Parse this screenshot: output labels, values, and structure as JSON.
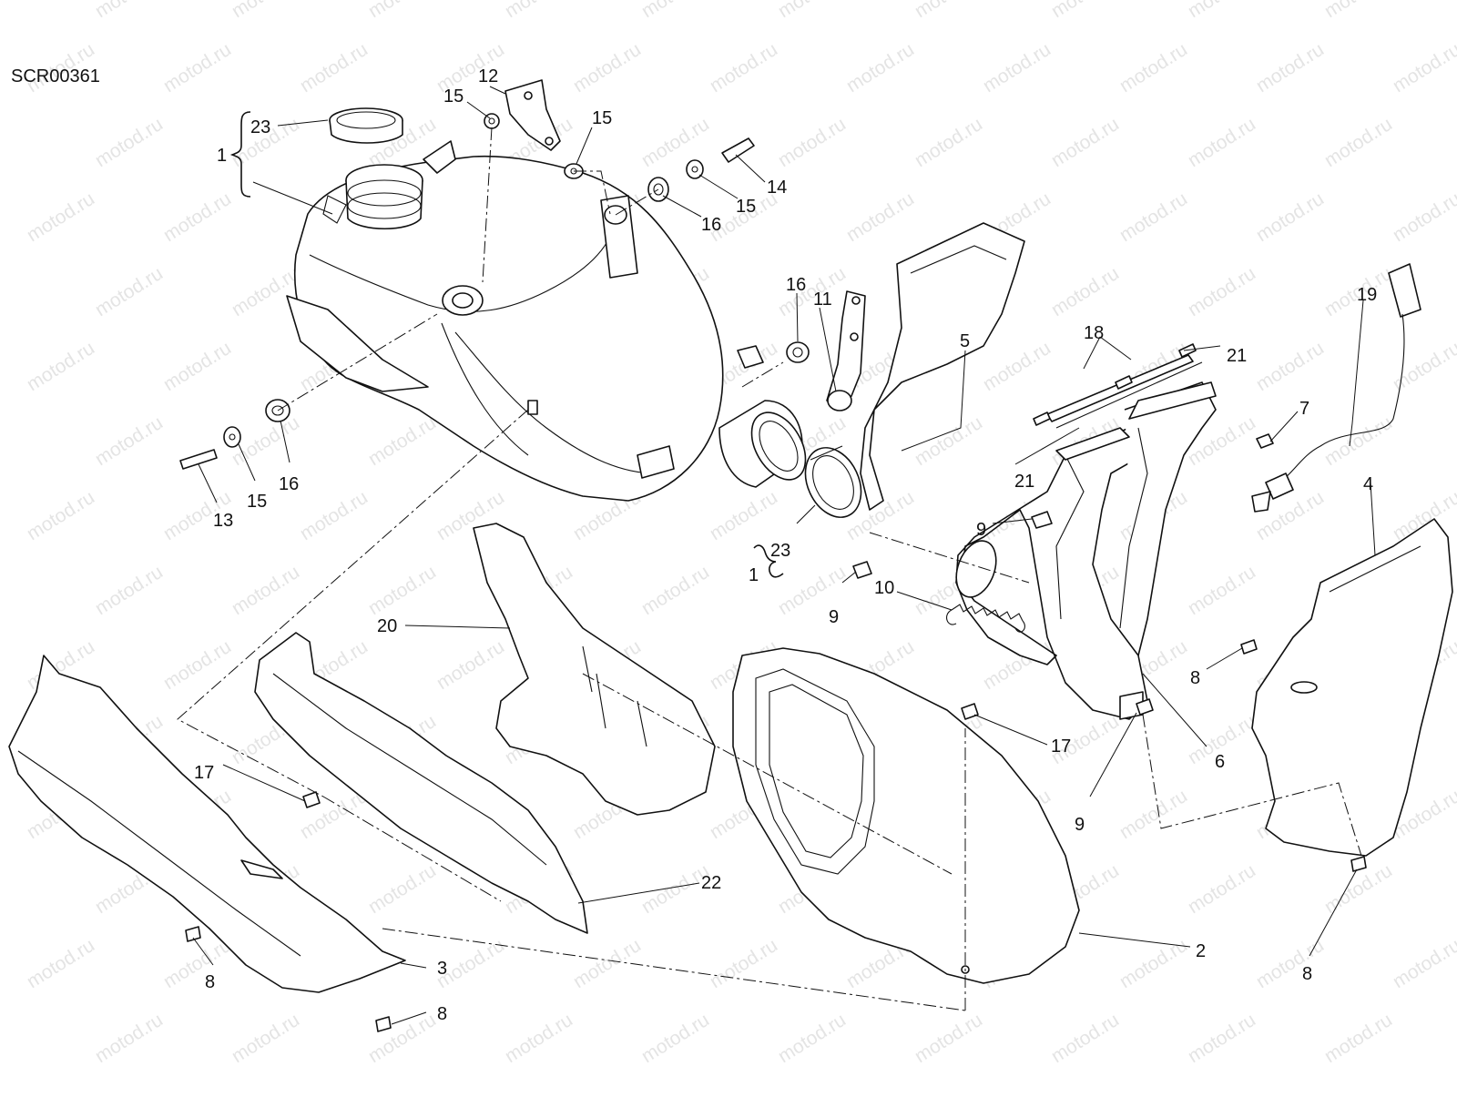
{
  "drawing_code": "SCR00361",
  "watermark": "motod.ru",
  "callouts": [
    {
      "id": "c1a",
      "label": "1"
    },
    {
      "id": "c23a",
      "label": "23"
    },
    {
      "id": "c12",
      "label": "12"
    },
    {
      "id": "c15a",
      "label": "15"
    },
    {
      "id": "c15b",
      "label": "15"
    },
    {
      "id": "c14",
      "label": "14"
    },
    {
      "id": "c16a",
      "label": "16"
    },
    {
      "id": "c15c",
      "label": "15"
    },
    {
      "id": "c16b",
      "label": "16"
    },
    {
      "id": "c11",
      "label": "11"
    },
    {
      "id": "c5",
      "label": "5"
    },
    {
      "id": "c18",
      "label": "18"
    },
    {
      "id": "c19",
      "label": "19"
    },
    {
      "id": "c21a",
      "label": "21"
    },
    {
      "id": "c21b",
      "label": "21"
    },
    {
      "id": "c7",
      "label": "7"
    },
    {
      "id": "c4",
      "label": "4"
    },
    {
      "id": "c13",
      "label": "13"
    },
    {
      "id": "c15d",
      "label": "15"
    },
    {
      "id": "c16c",
      "label": "16"
    },
    {
      "id": "c9a",
      "label": "9"
    },
    {
      "id": "c23b",
      "label": "23"
    },
    {
      "id": "c1b",
      "label": "1"
    },
    {
      "id": "c9b",
      "label": "9"
    },
    {
      "id": "c10",
      "label": "10"
    },
    {
      "id": "c20",
      "label": "20"
    },
    {
      "id": "c8a",
      "label": "8"
    },
    {
      "id": "c17a",
      "label": "17"
    },
    {
      "id": "c6",
      "label": "6"
    },
    {
      "id": "c9c",
      "label": "9"
    },
    {
      "id": "c17b",
      "label": "17"
    },
    {
      "id": "c22",
      "label": "22"
    },
    {
      "id": "c2",
      "label": "2"
    },
    {
      "id": "c3",
      "label": "3"
    },
    {
      "id": "c8b",
      "label": "8"
    },
    {
      "id": "c8c",
      "label": "8"
    },
    {
      "id": "c8d",
      "label": "8"
    }
  ]
}
